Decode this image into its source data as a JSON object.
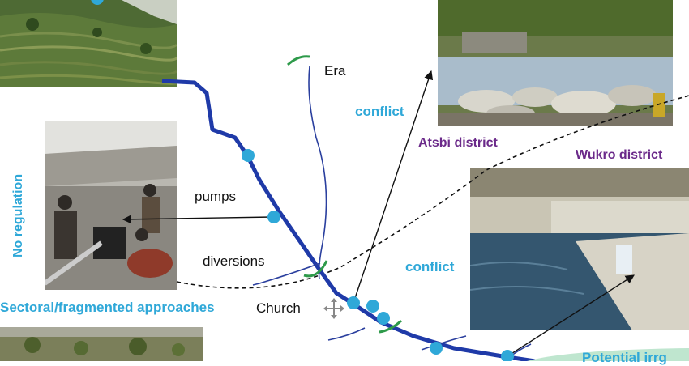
{
  "labels": {
    "era": "Era",
    "conflict_top": "conflict",
    "atsbi": "Atsbi district",
    "wukro": "Wukro district",
    "no_regulation": "No regulation",
    "pumps": "pumps",
    "diversions": "diversions",
    "sectoral": "Sectoral/fragmented approaches",
    "church": "Church",
    "conflict_right": "conflict",
    "potential": "Potential irrg"
  },
  "colors": {
    "river": "#1f3aa8",
    "tributary": "#2a3f9e",
    "node": "#2fa8d8",
    "weir": "#2e9a4a",
    "label_blue": "#2fa8d8",
    "label_purple": "#6b2a8a"
  },
  "icons": {
    "move": "move-cross-icon"
  }
}
